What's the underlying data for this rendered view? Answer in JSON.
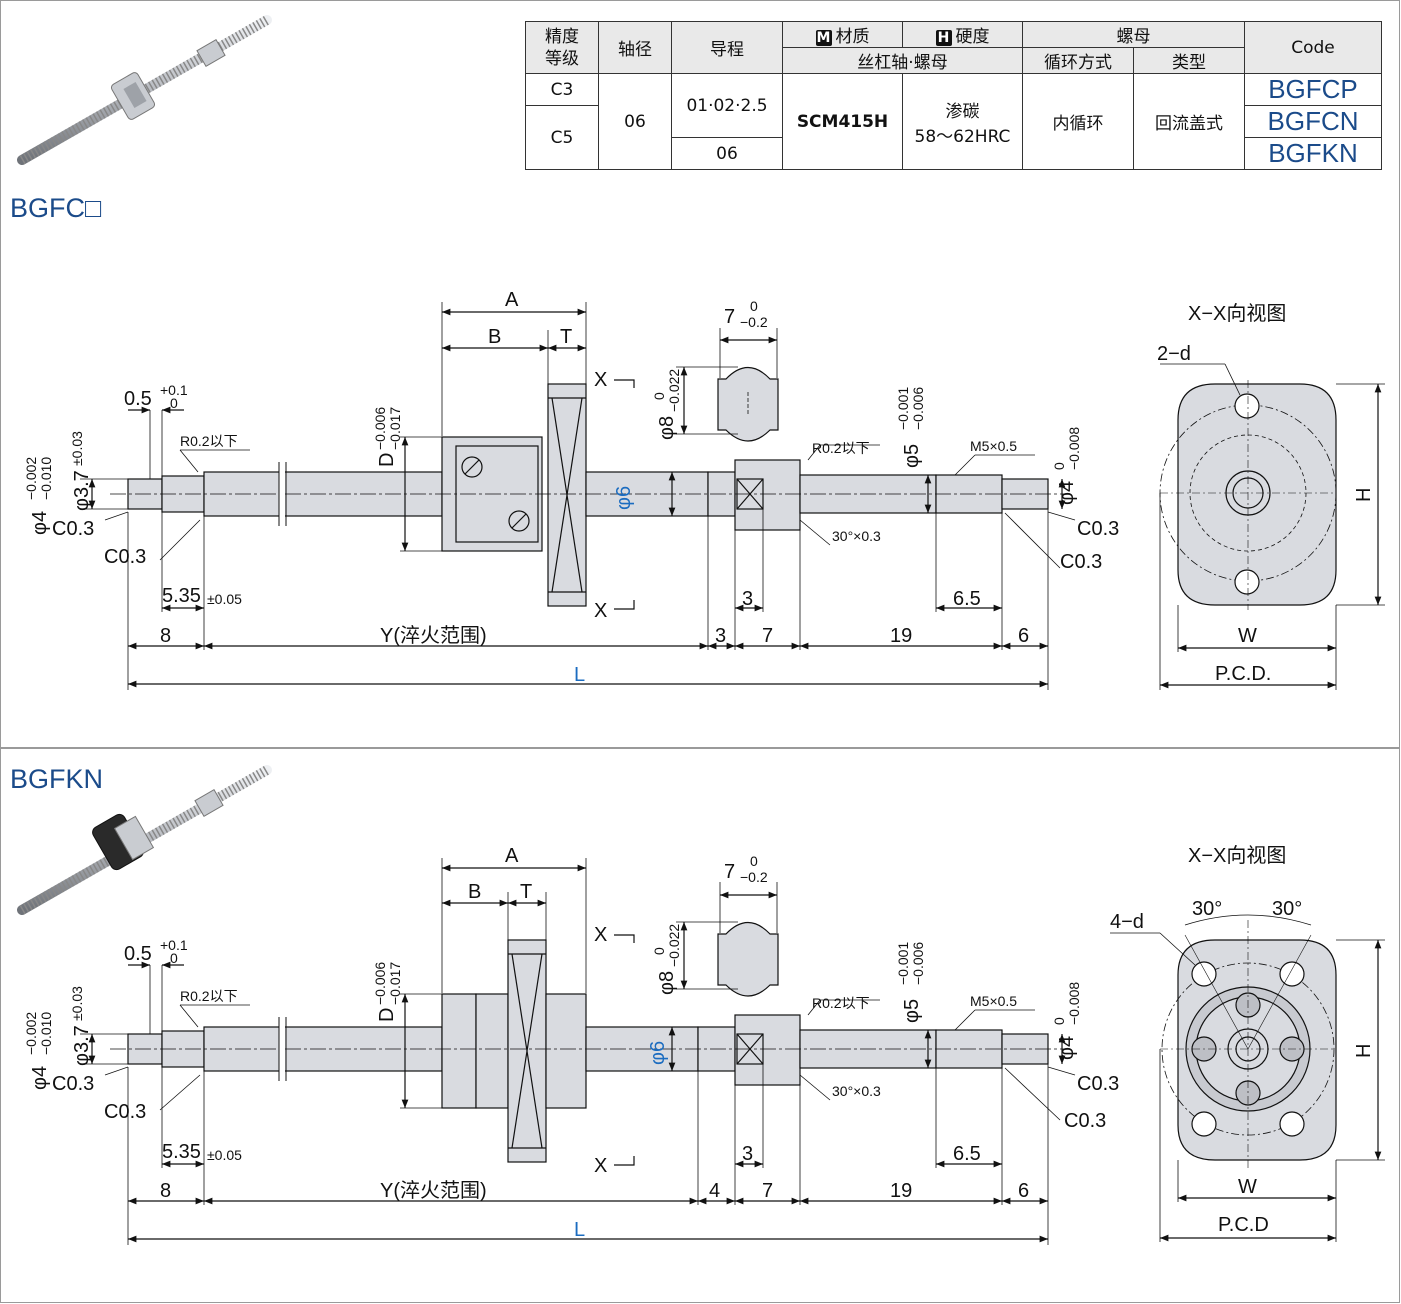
{
  "spec_table": {
    "headers": {
      "accuracy": "精度\n等级",
      "shaft_dia": "轴径",
      "lead": "导程",
      "material_badge": "M",
      "material": "材质",
      "hardness_badge": "H",
      "hardness": "硬度",
      "nut": "螺母",
      "code": "Code",
      "screw_nut": "丝杠轴·螺母",
      "circulation": "循环方式",
      "type": "类型"
    },
    "rows": {
      "grade_c3": "C3",
      "grade_c5": "C5",
      "shaft_dia": "06",
      "lead_1": "01·02·2.5",
      "lead_2": "06",
      "material": "SCM415H",
      "hardness_1": "渗碳",
      "hardness_2": "58～62HRC",
      "circulation": "内循环",
      "type": "回流盖式",
      "codes": [
        "BGFCP",
        "BGFCN",
        "BGFKN"
      ]
    }
  },
  "section_top": {
    "title": "BGFC□"
  },
  "section_bottom": {
    "title": "BGFKN"
  },
  "dims": {
    "A": "A",
    "B": "B",
    "T": "T",
    "X": "X",
    "seven": "7",
    "tol_7_up": "0",
    "tol_7_lo": "−0.2",
    "phi8": "φ8",
    "tol_8_up": "0",
    "tol_8_lo": "−0.022",
    "D": "D",
    "tol_D_up": "−0.006",
    "tol_D_lo": "−0.017",
    "half": "0.5",
    "tol_half_up": "+0.1",
    "tol_half_lo": "0",
    "r02": "R0.2以下",
    "phi37": "φ3.7",
    "tol_37": "±0.03",
    "phi4": "φ4",
    "tol_4_up": "−0.002",
    "tol_4_lo": "−0.010",
    "c03": "C0.3",
    "phi6": "φ6",
    "phi5": "φ5",
    "tol_5_up": "−0.001",
    "tol_5_lo": "−0.006",
    "m5": "M5×0.5",
    "phi4r": "φ4",
    "tol_4r_up": "0",
    "tol_4r_lo": "−0.008",
    "chamfer30": "30°×0.3",
    "d535": "5.35",
    "tol_535": "±0.05",
    "d8": "8",
    "Y": "Y(淬火范围)",
    "d3": "3",
    "d4": "4",
    "d7": "7",
    "d19": "19",
    "d6": "6",
    "d65": "6.5",
    "d3b": "3",
    "L": "L"
  },
  "views": {
    "top_title": "X−X向视图",
    "top_holes": "2−d",
    "bottom_title": "X−X向视图",
    "bottom_holes": "4−d",
    "angle": "30°",
    "H": "H",
    "W": "W",
    "pcd_top": "P.C.D.",
    "pcd_bottom": "P.C.D"
  },
  "colors": {
    "accent": "#1b4b8a",
    "dim_blue": "#1b6cc0",
    "part_fill": "#d9dbe0"
  }
}
